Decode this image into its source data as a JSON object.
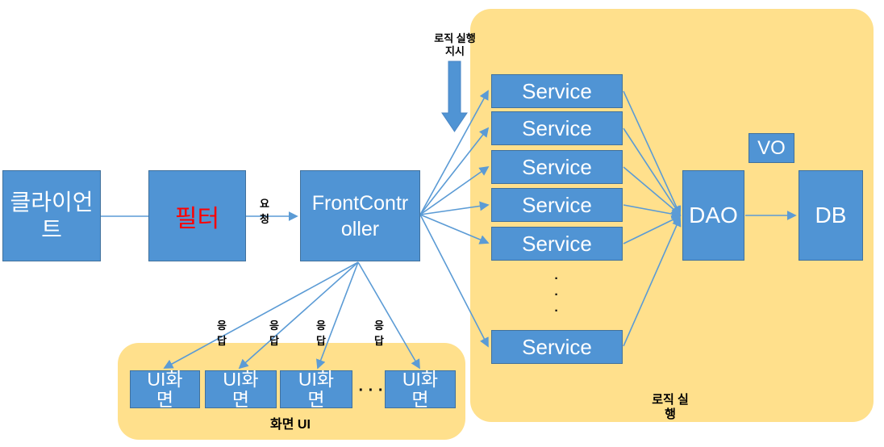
{
  "title": "Front Controller MVC architecture diagram",
  "colors": {
    "box_fill": "#5094D4",
    "box_border": "#41719C",
    "region_fill": "#FFE08C",
    "arrow": "#5B9BD5",
    "filter_text": "#FF0000",
    "label_text": "#000000",
    "box_text": "#FFFFFF"
  },
  "nodes": {
    "client": "클라이언\n트",
    "filter": "필터",
    "front_controller": "FrontContr\noller",
    "services": [
      "Service",
      "Service",
      "Service",
      "Service",
      "Service",
      "Service"
    ],
    "dao": "DAO",
    "vo": "VO",
    "db": "DB",
    "ui_screens": [
      "UI화\n면",
      "UI화\n면",
      "UI화\n면",
      "UI화\n면"
    ]
  },
  "labels": {
    "request": "요\n청",
    "responses": [
      "응\n답",
      "응\n답",
      "응\n답",
      "응\n답"
    ],
    "logic_instruction": "로직 실행\n지시"
  },
  "regions": {
    "logic_execution": "로직 실\n행",
    "screen_ui": "화면 UI"
  },
  "ellipsis": {
    "vertical": "·\n·\n·",
    "horizontal": "· · ·"
  }
}
